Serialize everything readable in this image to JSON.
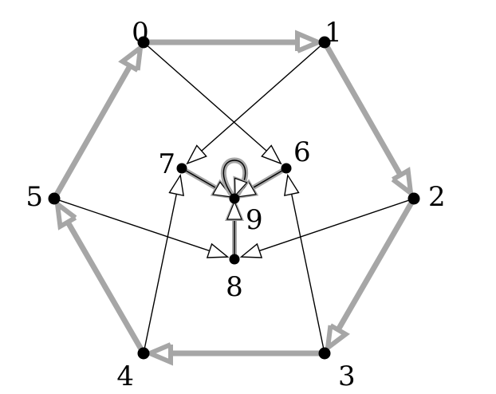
{
  "colors": {
    "cycle_edge": "#a6a6a6",
    "inner_edge": "#000000",
    "node": "#000000",
    "background": "#ffffff"
  },
  "nodes": [
    {
      "id": 0,
      "label": "0"
    },
    {
      "id": 1,
      "label": "1"
    },
    {
      "id": 2,
      "label": "2"
    },
    {
      "id": 3,
      "label": "3"
    },
    {
      "id": 4,
      "label": "4"
    },
    {
      "id": 5,
      "label": "5"
    },
    {
      "id": 6,
      "label": "6"
    },
    {
      "id": 7,
      "label": "7"
    },
    {
      "id": 8,
      "label": "8"
    },
    {
      "id": 9,
      "label": "9"
    }
  ],
  "edges": [
    {
      "from": 0,
      "to": 1,
      "kind": "cycle"
    },
    {
      "from": 1,
      "to": 2,
      "kind": "cycle"
    },
    {
      "from": 2,
      "to": 3,
      "kind": "cycle"
    },
    {
      "from": 3,
      "to": 4,
      "kind": "cycle"
    },
    {
      "from": 4,
      "to": 5,
      "kind": "cycle"
    },
    {
      "from": 5,
      "to": 0,
      "kind": "cycle"
    },
    {
      "from": 0,
      "to": 6,
      "kind": "thin"
    },
    {
      "from": 1,
      "to": 7,
      "kind": "thin"
    },
    {
      "from": 2,
      "to": 8,
      "kind": "thin"
    },
    {
      "from": 5,
      "to": 8,
      "kind": "thin"
    },
    {
      "from": 3,
      "to": 6,
      "kind": "thin"
    },
    {
      "from": 4,
      "to": 7,
      "kind": "thin"
    },
    {
      "from": 6,
      "to": 9,
      "kind": "hub"
    },
    {
      "from": 7,
      "to": 9,
      "kind": "hub"
    },
    {
      "from": 8,
      "to": 9,
      "kind": "hub"
    },
    {
      "from": 9,
      "to": 9,
      "kind": "loop"
    }
  ]
}
